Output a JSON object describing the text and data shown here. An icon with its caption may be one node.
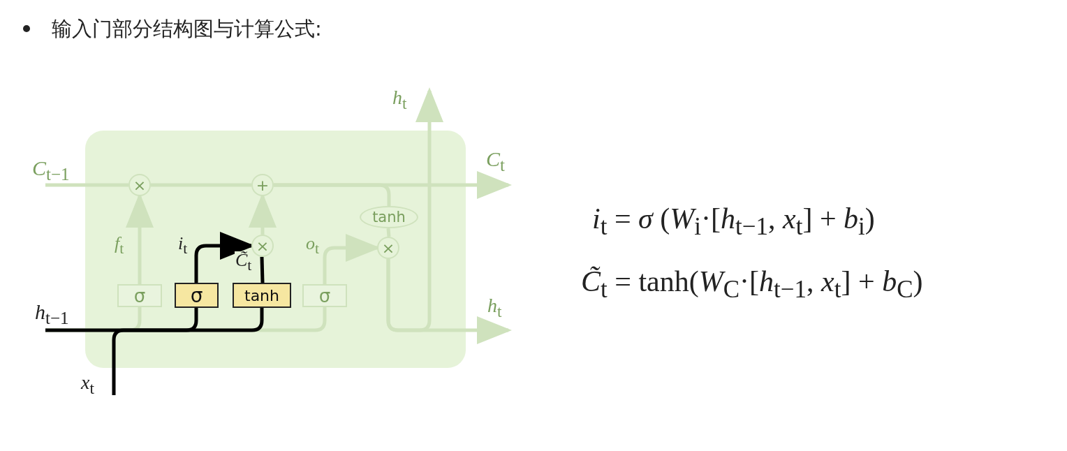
{
  "diagram": {
    "title": "输入门部分结构图与计算公式:",
    "nodes": [
      {
        "text": [
          "σ"
        ]
      },
      {
        "text": [
          "tanh"
        ]
      },
      {
        "text": [
          "σ"
        ]
      },
      {
        "text": [
          "σ"
        ]
      },
      {
        "text": [
          "tanh"
        ]
      },
      {
        "text": [
          "×"
        ]
      },
      {
        "text": [
          "+"
        ]
      },
      {
        "text": [
          "×"
        ]
      },
      {
        "text": [
          "×"
        ]
      },
      {
        "text": [
          "*C*$_{t−1}$"
        ]
      },
      {
        "text": [
          "*h*$_{t}$"
        ]
      },
      {
        "text": [
          "*C*$_{t}$"
        ]
      },
      {
        "text": [
          "*h*$_{t}$"
        ]
      },
      {
        "text": [
          "*h*$_{t−1}$"
        ]
      },
      {
        "text": [
          "*x*$_{t}$"
        ]
      }
    ],
    "edges": [
      {
        "from": 13,
        "to": 0,
        "arrow": "none",
        "color": "#000000"
      },
      {
        "from": 14,
        "to": 1,
        "arrow": "none",
        "color": "#000000"
      },
      {
        "from": 0,
        "to": 7,
        "arrow": "to",
        "label": "*i*$_{t}$",
        "color": "#000000"
      },
      {
        "from": 1,
        "to": 7,
        "arrow": "none",
        "label": "*C̃*$_{t}$",
        "color": "#000000"
      },
      {
        "from": 7,
        "to": 6,
        "arrow": "to"
      },
      {
        "from": 2,
        "to": 5,
        "arrow": "to",
        "label": "*f*$_{t}$"
      },
      {
        "from": 3,
        "to": 8,
        "arrow": "to",
        "label": "*o*$_{t}$"
      },
      {
        "from": 6,
        "to": 4,
        "arrow": "none"
      },
      {
        "from": 4,
        "to": 8,
        "arrow": "none"
      },
      {
        "from": 9,
        "to": 5,
        "arrow": "none"
      },
      {
        "from": 5,
        "to": 6,
        "arrow": "none"
      },
      {
        "from": 6,
        "to": 11,
        "arrow": "to"
      },
      {
        "from": 8,
        "to": 12,
        "arrow": "to"
      },
      {
        "from": 8,
        "to": 10,
        "arrow": "to"
      },
      {
        "from": 13,
        "to": 2,
        "arrow": "none"
      },
      {
        "from": 13,
        "to": 3,
        "arrow": "none"
      }
    ],
    "labels": [
      "*i*$_{t}$ = *σ* (*W*$_{i}$·[*h*$_{t−1}$, *x*$_{t}$]  +  *b*$_{i}$)",
      "*C̃*$_{t}$ = tanh(*W*$_{C}$·[*h*$_{t−1}$, *x*$_{t}$]  +  *b*$_{C}$)"
    ]
  }
}
